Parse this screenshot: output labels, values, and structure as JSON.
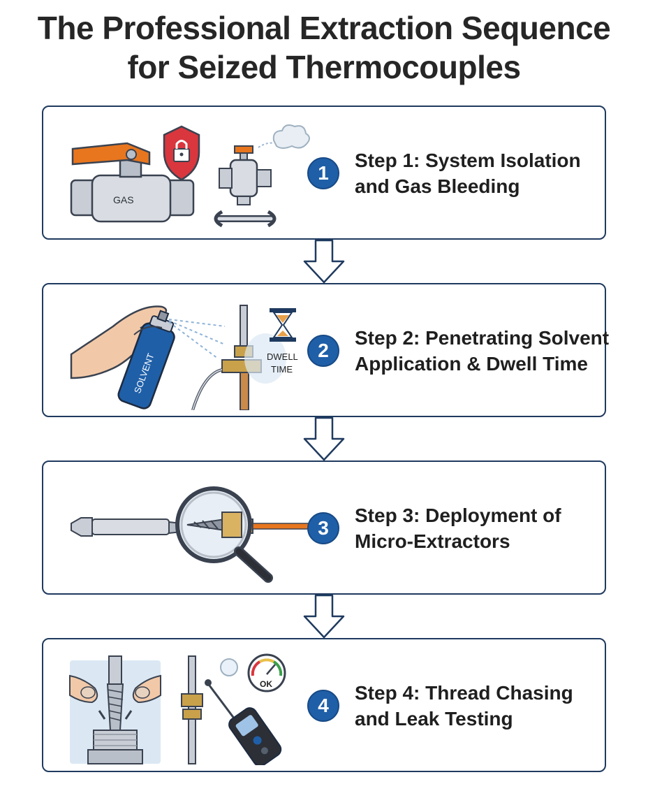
{
  "title": {
    "line1": "The Professional Extraction Sequence",
    "line2": "for Seized Thermocouples"
  },
  "steps": [
    {
      "number": "1",
      "title_line1": "Step 1: System Isolation",
      "title_line2": "and Gas Bleeding",
      "illustration_labels": [
        "GAS"
      ],
      "icons": [
        "gas-valve-icon",
        "padlock-shield-icon",
        "bleed-valve-icon",
        "wrench-icon"
      ]
    },
    {
      "number": "2",
      "title_line1": "Step 2: Penetrating Solvent",
      "title_line2": "Application & Dwell Time",
      "illustration_labels": [
        "SOLVENT",
        "DWELL",
        "TIME"
      ],
      "icons": [
        "hand-spray-can-icon",
        "thermocouple-fitting-icon",
        "hourglass-icon"
      ]
    },
    {
      "number": "3",
      "title_line1": "Step 3: Deployment of",
      "title_line2": "Micro-Extractors",
      "illustration_labels": [],
      "icons": [
        "extractor-bit-icon",
        "magnifier-icon",
        "thermocouple-icon"
      ]
    },
    {
      "number": "4",
      "title_line1": "Step 4: Thread Chasing",
      "title_line2": "and Leak Testing",
      "illustration_labels": [
        "OK"
      ],
      "icons": [
        "thread-chaser-icon",
        "leak-detector-icon",
        "gauge-icon"
      ]
    }
  ],
  "colors": {
    "border": "#1f3a5f",
    "badge": "#1f5fa8",
    "accent_orange": "#e8761e",
    "copper": "#c98a4a",
    "brass": "#c9a14a"
  }
}
